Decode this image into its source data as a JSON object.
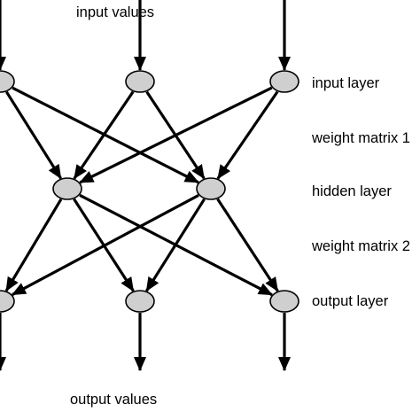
{
  "diagram": {
    "top_label": "input values",
    "bottom_label": "output values",
    "side_labels": [
      "input layer",
      "weight matrix 1",
      "hidden layer",
      "weight matrix 2",
      "output layer"
    ],
    "layers": [
      {
        "name": "input",
        "node_count": 3
      },
      {
        "name": "hidden",
        "node_count": 2
      },
      {
        "name": "output",
        "node_count": 3
      }
    ],
    "colors": {
      "node_fill": "#cfcfcf",
      "stroke": "#000000"
    }
  }
}
